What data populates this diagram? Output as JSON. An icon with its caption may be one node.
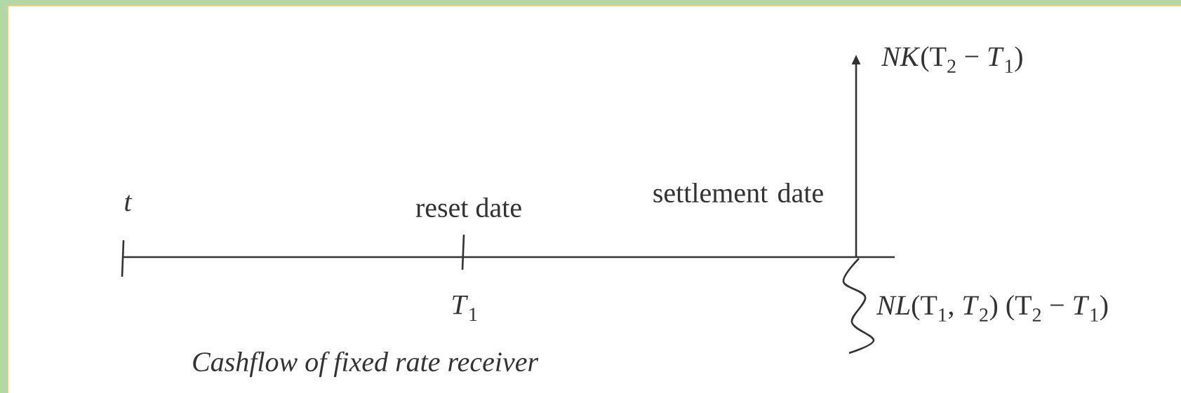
{
  "diagram": {
    "caption": "Cashflow of fixed rate receiver",
    "labels": [
      "*NK*(T$_{2}$ − *T*$_{1}$)",
      "settlement date",
      "reset date",
      "t",
      "*T*$_{1}$",
      "*NL*(T$_{1}$, *T*$_{2}$) (T$_{2}$ − *T*$_{1}$)"
    ]
  }
}
